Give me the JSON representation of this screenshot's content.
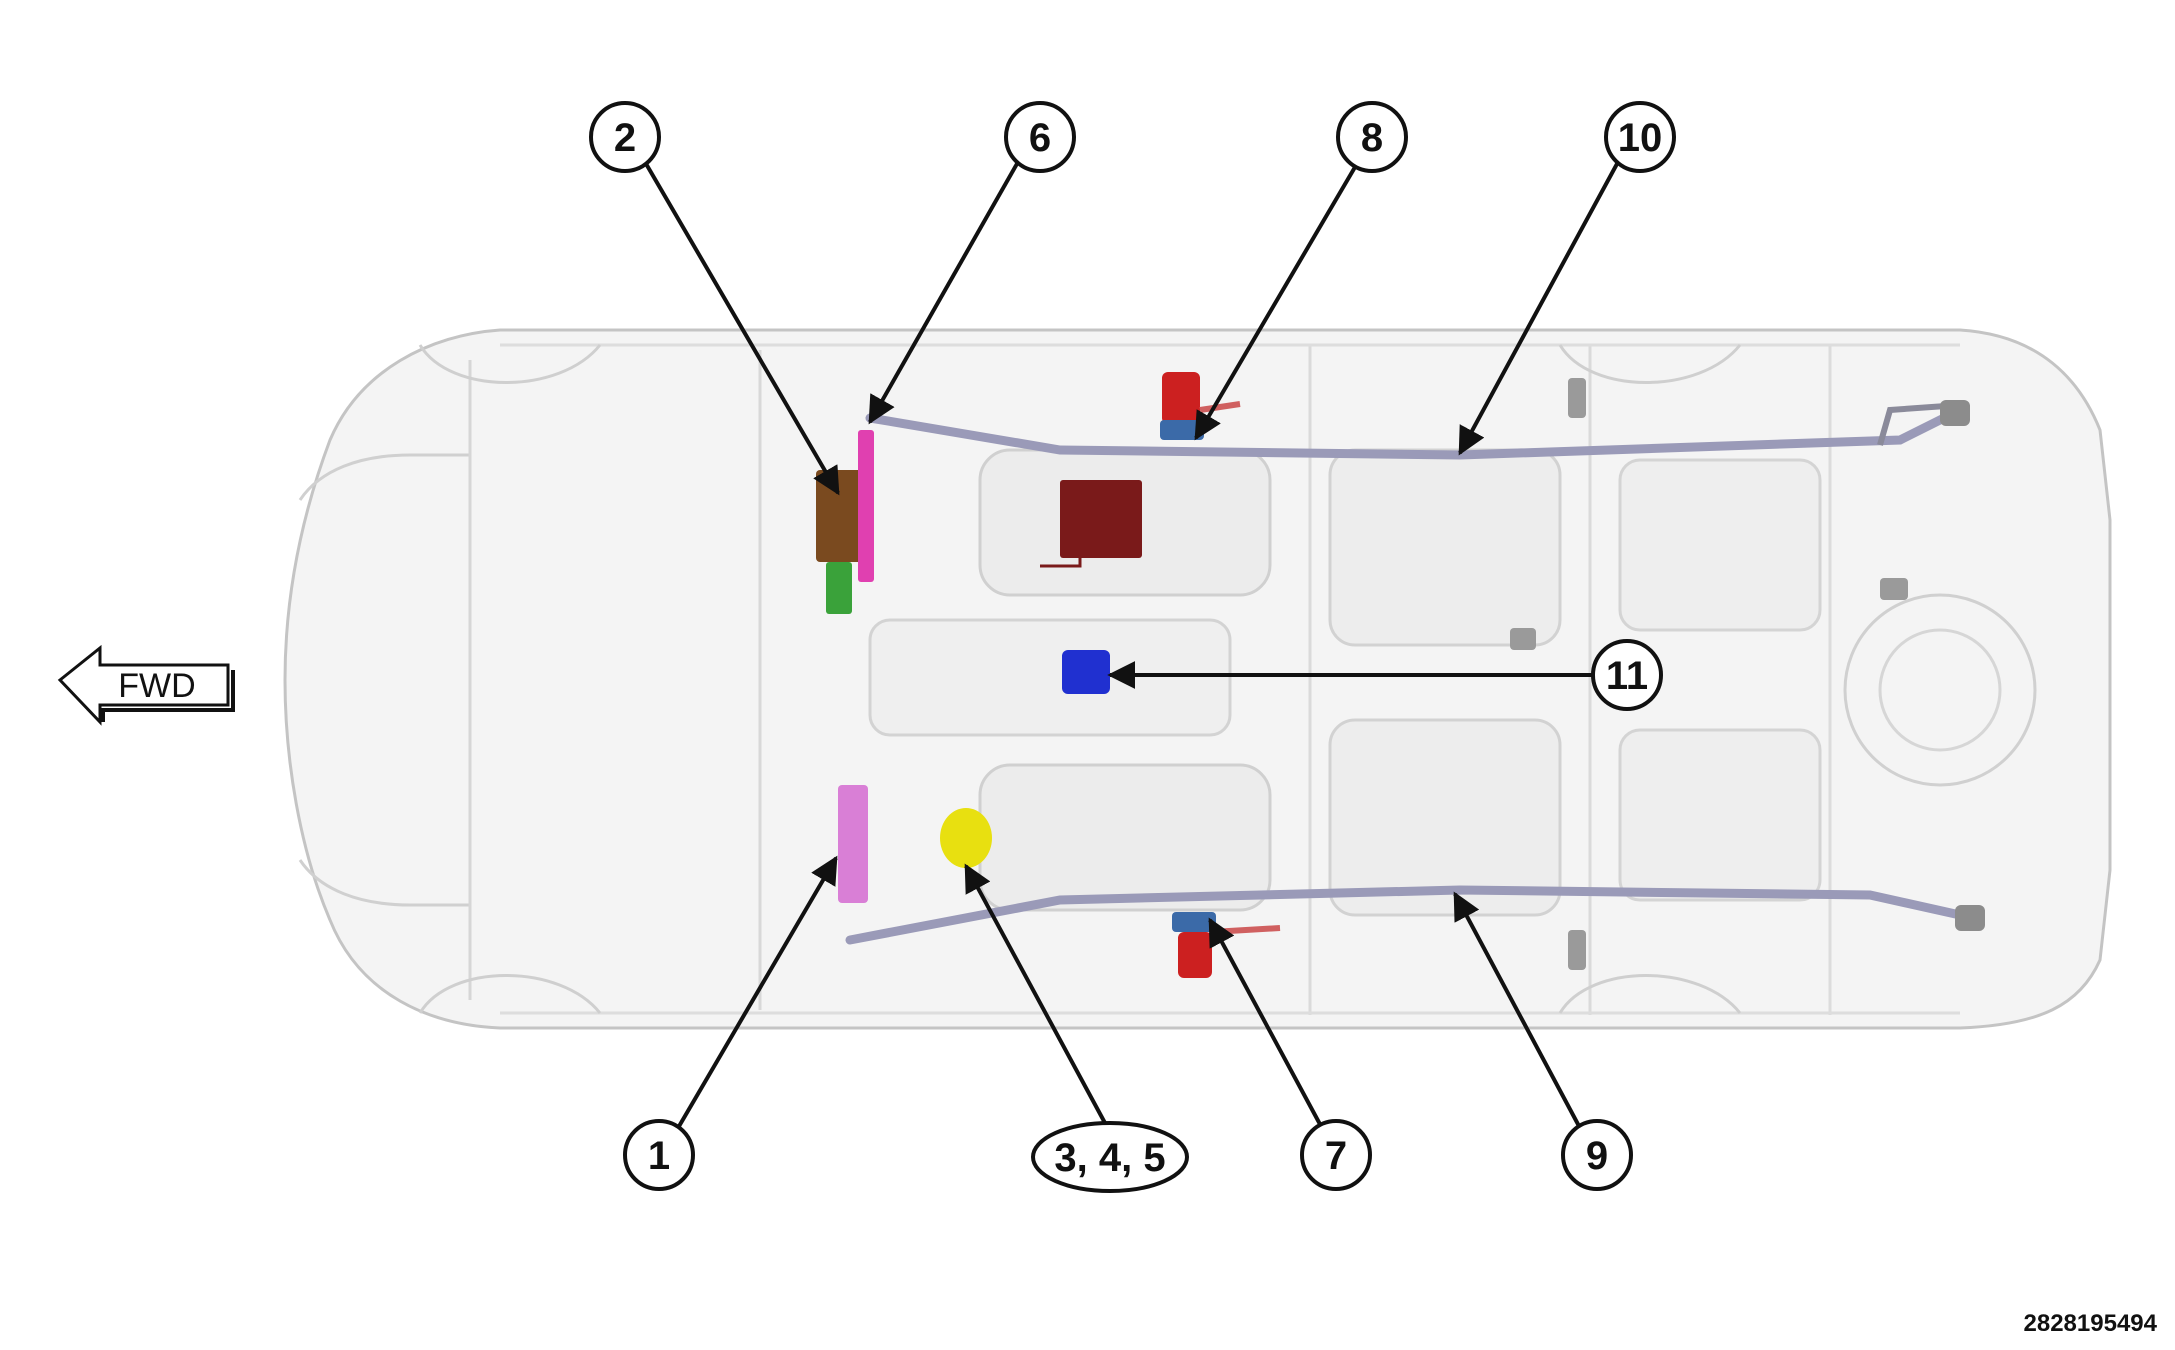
{
  "direction_label": "FWD",
  "figure_id": "2828195494",
  "callouts": {
    "c1": "1",
    "c2": "2",
    "c345": "3, 4, 5",
    "c6": "6",
    "c7": "7",
    "c8": "8",
    "c9": "9",
    "c10": "10",
    "c11": "11"
  },
  "colors": {
    "module_1": "#d97fd6",
    "module_2": "#7a4a1f",
    "module_2_lower": "#3aa23a",
    "module_345": "#e8e010",
    "module_6": "#e040b0",
    "module_7": "#cc2020",
    "module_8": "#cc2020",
    "module_11": "#2030d0",
    "curtain": "#9a9ab8",
    "center_module": "#7a1a1a"
  }
}
